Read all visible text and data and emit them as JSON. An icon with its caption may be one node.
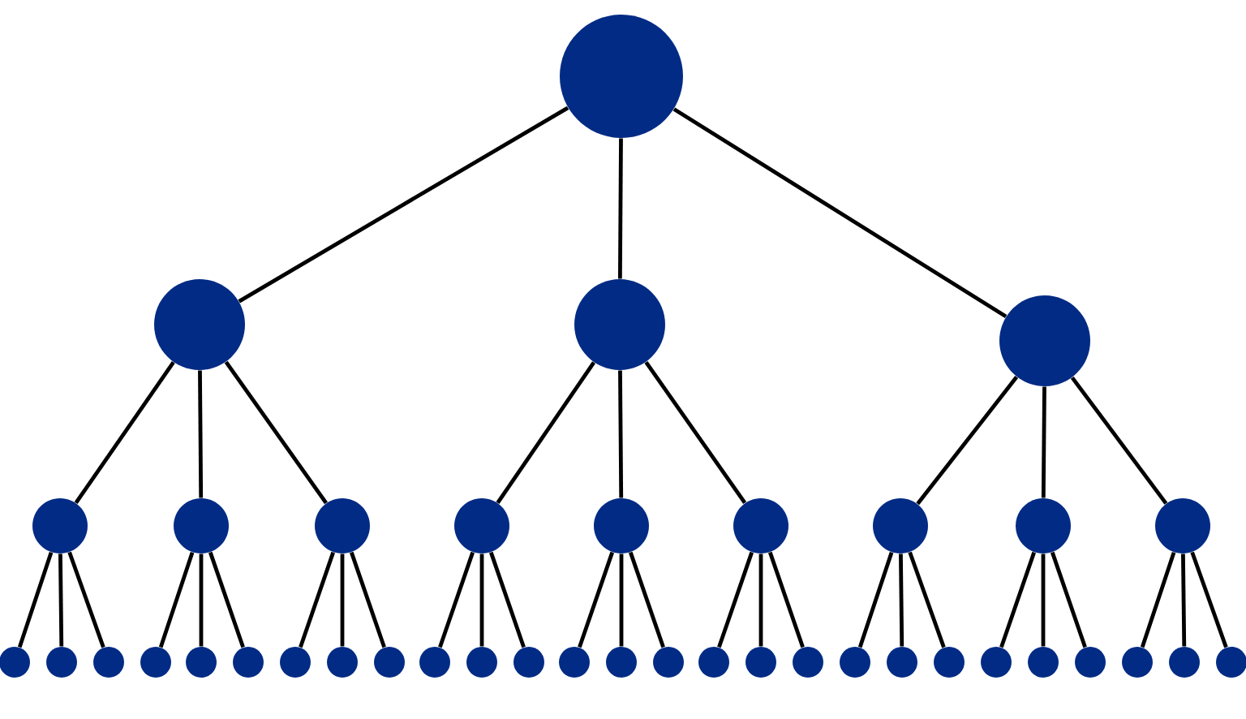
{
  "diagram": {
    "nodes": [
      {
        "text": [],
        "shape": "circle"
      },
      {
        "text": [],
        "shape": "circle"
      },
      {
        "text": [],
        "shape": "circle"
      },
      {
        "text": [],
        "shape": "circle"
      },
      {
        "text": [],
        "shape": "circle"
      },
      {
        "text": [],
        "shape": "circle"
      },
      {
        "text": [],
        "shape": "circle"
      },
      {
        "text": [],
        "shape": "circle"
      },
      {
        "text": [],
        "shape": "circle"
      },
      {
        "text": [],
        "shape": "circle"
      },
      {
        "text": [],
        "shape": "circle"
      },
      {
        "text": [],
        "shape": "circle"
      },
      {
        "text": [],
        "shape": "circle"
      },
      {
        "text": [],
        "shape": "circle"
      },
      {
        "text": [],
        "shape": "circle"
      },
      {
        "text": [],
        "shape": "circle"
      },
      {
        "text": [],
        "shape": "circle"
      },
      {
        "text": [],
        "shape": "circle"
      },
      {
        "text": [],
        "shape": "circle"
      },
      {
        "text": [],
        "shape": "circle"
      },
      {
        "text": [],
        "shape": "circle"
      },
      {
        "text": [],
        "shape": "circle"
      },
      {
        "text": [],
        "shape": "circle"
      },
      {
        "text": [],
        "shape": "circle"
      },
      {
        "text": [],
        "shape": "circle"
      },
      {
        "text": [],
        "shape": "circle"
      },
      {
        "text": [],
        "shape": "circle"
      },
      {
        "text": [],
        "shape": "circle"
      },
      {
        "text": [],
        "shape": "circle"
      },
      {
        "text": [],
        "shape": "circle"
      },
      {
        "text": [],
        "shape": "circle"
      },
      {
        "text": [],
        "shape": "circle"
      },
      {
        "text": [],
        "shape": "circle"
      },
      {
        "text": [],
        "shape": "circle"
      },
      {
        "text": [],
        "shape": "circle"
      },
      {
        "text": [],
        "shape": "circle"
      },
      {
        "text": [],
        "shape": "circle"
      },
      {
        "text": [],
        "shape": "circle"
      },
      {
        "text": [],
        "shape": "circle"
      },
      {
        "text": [],
        "shape": "circle"
      }
    ],
    "edges": [
      {
        "from": 0,
        "to": 1,
        "arrow": "none"
      },
      {
        "from": 0,
        "to": 2,
        "arrow": "none"
      },
      {
        "from": 0,
        "to": 3,
        "arrow": "none"
      },
      {
        "from": 1,
        "to": 4,
        "arrow": "none"
      },
      {
        "from": 1,
        "to": 5,
        "arrow": "none"
      },
      {
        "from": 1,
        "to": 6,
        "arrow": "none"
      },
      {
        "from": 2,
        "to": 7,
        "arrow": "none"
      },
      {
        "from": 2,
        "to": 8,
        "arrow": "none"
      },
      {
        "from": 2,
        "to": 9,
        "arrow": "none"
      },
      {
        "from": 3,
        "to": 10,
        "arrow": "none"
      },
      {
        "from": 3,
        "to": 11,
        "arrow": "none"
      },
      {
        "from": 3,
        "to": 12,
        "arrow": "none"
      },
      {
        "from": 4,
        "to": 13,
        "arrow": "none"
      },
      {
        "from": 4,
        "to": 14,
        "arrow": "none"
      },
      {
        "from": 4,
        "to": 15,
        "arrow": "none"
      },
      {
        "from": 5,
        "to": 16,
        "arrow": "none"
      },
      {
        "from": 5,
        "to": 17,
        "arrow": "none"
      },
      {
        "from": 5,
        "to": 18,
        "arrow": "none"
      },
      {
        "from": 6,
        "to": 19,
        "arrow": "none"
      },
      {
        "from": 6,
        "to": 20,
        "arrow": "none"
      },
      {
        "from": 6,
        "to": 21,
        "arrow": "none"
      },
      {
        "from": 7,
        "to": 22,
        "arrow": "none"
      },
      {
        "from": 7,
        "to": 23,
        "arrow": "none"
      },
      {
        "from": 7,
        "to": 24,
        "arrow": "none"
      },
      {
        "from": 8,
        "to": 25,
        "arrow": "none"
      },
      {
        "from": 8,
        "to": 26,
        "arrow": "none"
      },
      {
        "from": 8,
        "to": 27,
        "arrow": "none"
      },
      {
        "from": 9,
        "to": 28,
        "arrow": "none"
      },
      {
        "from": 9,
        "to": 29,
        "arrow": "none"
      },
      {
        "from": 9,
        "to": 30,
        "arrow": "none"
      },
      {
        "from": 10,
        "to": 31,
        "arrow": "none"
      },
      {
        "from": 10,
        "to": 32,
        "arrow": "none"
      },
      {
        "from": 10,
        "to": 33,
        "arrow": "none"
      },
      {
        "from": 11,
        "to": 34,
        "arrow": "none"
      },
      {
        "from": 11,
        "to": 35,
        "arrow": "none"
      },
      {
        "from": 11,
        "to": 36,
        "arrow": "none"
      },
      {
        "from": 12,
        "to": 37,
        "arrow": "none"
      },
      {
        "from": 12,
        "to": 38,
        "arrow": "none"
      },
      {
        "from": 12,
        "to": 39,
        "arrow": "none"
      }
    ]
  }
}
